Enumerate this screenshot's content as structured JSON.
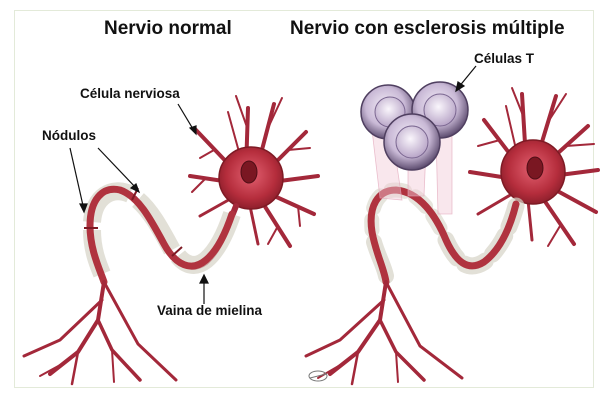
{
  "titles": {
    "normal": "Nervio normal",
    "ms": "Nervio con esclerosis múltiple"
  },
  "labels": {
    "nerve_cell": "Célula nerviosa",
    "nodes": "Nódulos",
    "myelin_sheath": "Vaina de mielina",
    "t_cells": "Células T"
  },
  "colors": {
    "neuron": "#b52d3c",
    "neuron_dark": "#7e1a24",
    "myelin": "#d9d7cc",
    "tcell": "#cdbfd8",
    "tcell_dark": "#6f5c82"
  }
}
